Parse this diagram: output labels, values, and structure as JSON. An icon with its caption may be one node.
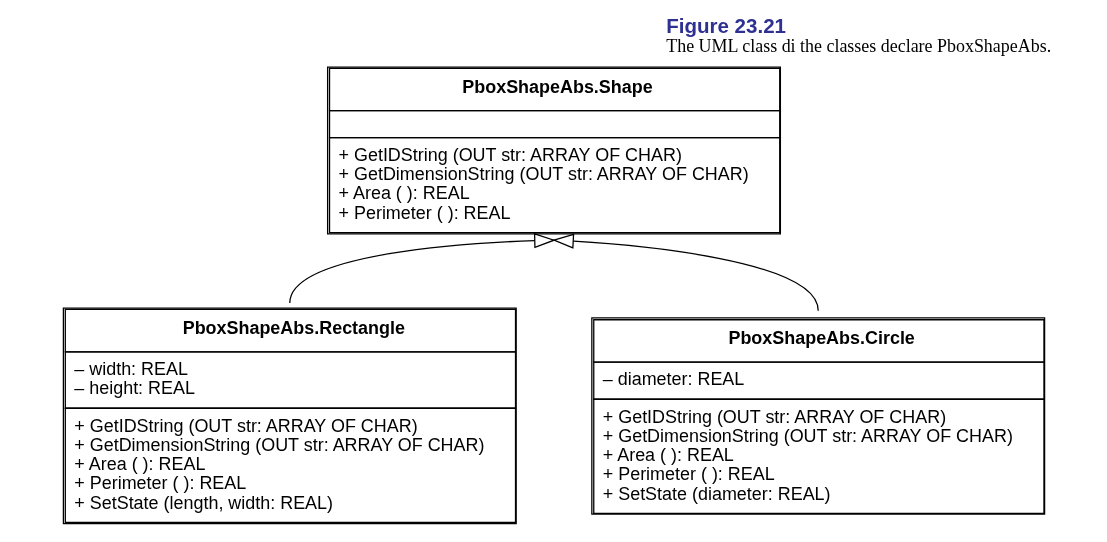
{
  "diagram": {
    "title": "Figure 23.21",
    "caption": "The UML class di the classes declare PboxShapeAbs.",
    "nodes": [
      {
        "text": [
          "PboxShapeAbs.Shape",
          "+ GetIDString (OUT str: ARRAY OF CHAR)",
          "+ GetDimensionString (OUT str: ARRAY OF CHAR)",
          "+ Area ( ): REAL",
          "+ Perimeter ( ): REAL"
        ]
      },
      {
        "text": [
          "PboxShapeAbs.Rectangle",
          "– width: REAL",
          "– height: REAL",
          "+ GetIDString (OUT str: ARRAY OF CHAR)",
          "+ GetDimensionString (OUT str: ARRAY OF CHAR)",
          "+ Area ( ): REAL",
          "+ Perimeter ( ): REAL",
          "+ SetState (length, width: REAL)"
        ]
      },
      {
        "text": [
          "PboxShapeAbs.Circle",
          "– diameter: REAL",
          "+ GetIDString (OUT str: ARRAY OF CHAR)",
          "+ GetDimensionString (OUT str: ARRAY OF CHAR)",
          "+ Area ( ): REAL",
          "+ Perimeter ( ): REAL",
          "+ SetState (diameter: REAL)"
        ]
      }
    ],
    "edges": [
      {
        "from": 1,
        "to": 0,
        "arrow": "to"
      },
      {
        "from": 2,
        "to": 0,
        "arrow": "to"
      }
    ]
  }
}
